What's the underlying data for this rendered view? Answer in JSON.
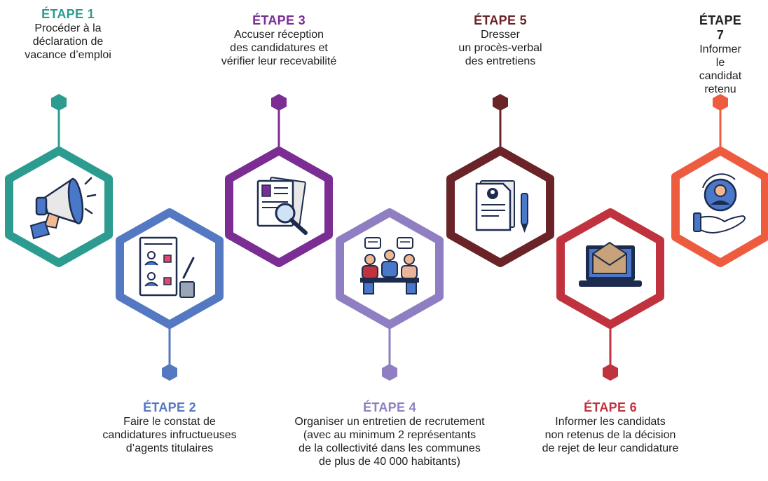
{
  "steps": [
    {
      "title": "ÉTAPE 1",
      "description": "Procéder à la\ndéclaration de\nvacance d’emploi",
      "color": "#2b9c8f",
      "icon": "megaphone-icon"
    },
    {
      "title": "ÉTAPE 2",
      "description": "Faire le constat de\ncandidatures infructueuses\nd’agents titulaires",
      "color": "#5478c2",
      "icon": "candidate-list-icon"
    },
    {
      "title": "ÉTAPE 3",
      "description": "Accuser réception\ndes candidatures et\nvérifier leur recevabilité",
      "color": "#7b2d94",
      "icon": "document-search-icon"
    },
    {
      "title": "ÉTAPE 4",
      "description": "Organiser un entretien de recrutement\n(avec au minimum 2 représentants\nde la collectivité dans les communes\nde plus de 40 000 habitants)",
      "color": "#8f7fc2",
      "icon": "interview-icon"
    },
    {
      "title": "ÉTAPE 5",
      "description": "Dresser\nun procès-verbal\ndes entretiens",
      "color": "#6a2428",
      "icon": "report-document-icon"
    },
    {
      "title": "ÉTAPE 6",
      "description": "Informer les candidats\nnon retenus de la décision\nde rejet de leur candidature",
      "color": "#c0333e",
      "icon": "laptop-email-icon"
    },
    {
      "title": "ÉTAPE 7",
      "description": "Informer\nle candidat\nretenu",
      "color": "#ee5c40",
      "icon": "candidate-hand-icon"
    }
  ],
  "step7_title_color": "#222222"
}
